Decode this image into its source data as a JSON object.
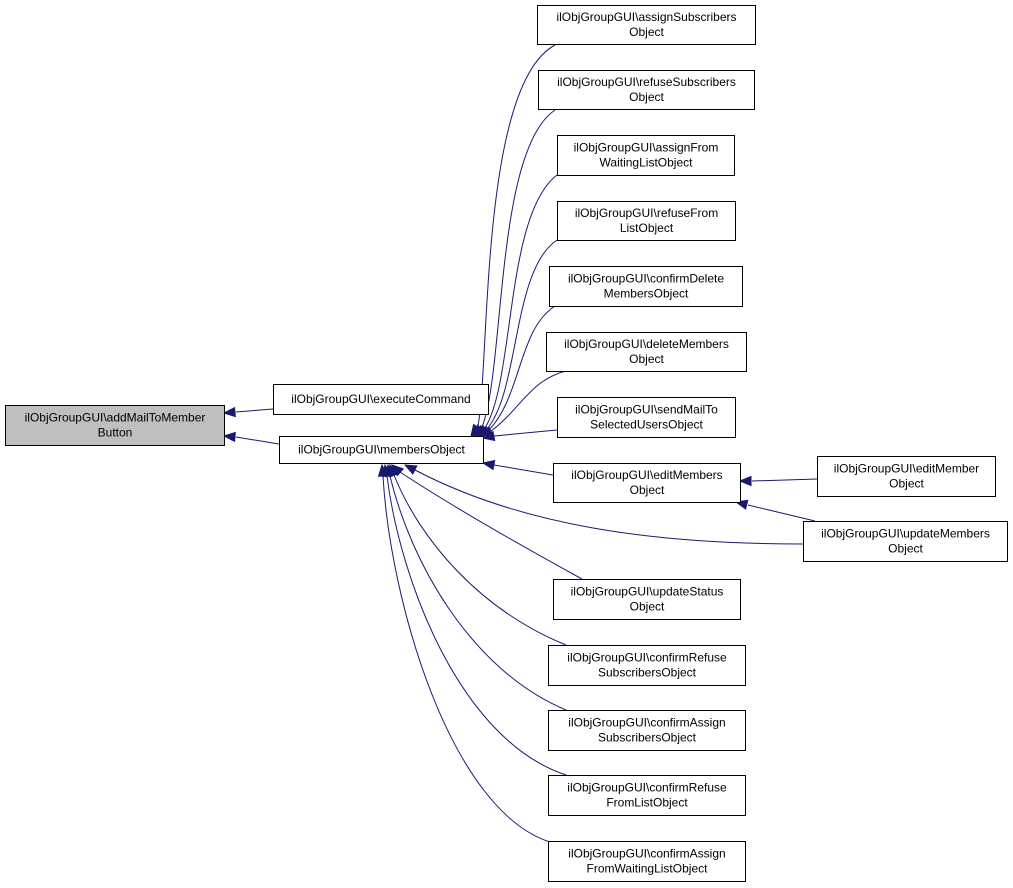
{
  "graph": {
    "colors": {
      "edge": "#191970",
      "node_border": "#000000",
      "node_fill": "#ffffff",
      "highlight_fill": "#bfbfbf"
    },
    "nodes": [
      {
        "id": "addMailToMemberButton",
        "lines": [
          "ilObjGroupGUI\\addMailToMember",
          "Button"
        ],
        "highlight": true
      },
      {
        "id": "executeCommand",
        "lines": [
          "ilObjGroupGUI\\executeCommand"
        ]
      },
      {
        "id": "membersObject",
        "lines": [
          "ilObjGroupGUI\\membersObject"
        ]
      },
      {
        "id": "assignSubscribersObject",
        "lines": [
          "ilObjGroupGUI\\assignSubscribers",
          "Object"
        ]
      },
      {
        "id": "refuseSubscribersObject",
        "lines": [
          "ilObjGroupGUI\\refuseSubscribers",
          "Object"
        ]
      },
      {
        "id": "assignFromWaitingListObject",
        "lines": [
          "ilObjGroupGUI\\assignFrom",
          "WaitingListObject"
        ]
      },
      {
        "id": "refuseFromListObject",
        "lines": [
          "ilObjGroupGUI\\refuseFrom",
          "ListObject"
        ]
      },
      {
        "id": "confirmDeleteMembersObject",
        "lines": [
          "ilObjGroupGUI\\confirmDelete",
          "MembersObject"
        ]
      },
      {
        "id": "deleteMembersObject",
        "lines": [
          "ilObjGroupGUI\\deleteMembers",
          "Object"
        ]
      },
      {
        "id": "sendMailToSelectedUsersObject",
        "lines": [
          "ilObjGroupGUI\\sendMailTo",
          "SelectedUsersObject"
        ]
      },
      {
        "id": "editMembersObject",
        "lines": [
          "ilObjGroupGUI\\editMembers",
          "Object"
        ]
      },
      {
        "id": "editMemberObject",
        "lines": [
          "ilObjGroupGUI\\editMember",
          "Object"
        ]
      },
      {
        "id": "updateMembersObject",
        "lines": [
          "ilObjGroupGUI\\updateMembers",
          "Object"
        ]
      },
      {
        "id": "updateStatusObject",
        "lines": [
          "ilObjGroupGUI\\updateStatus",
          "Object"
        ]
      },
      {
        "id": "confirmRefuseSubscribersObject",
        "lines": [
          "ilObjGroupGUI\\confirmRefuse",
          "SubscribersObject"
        ]
      },
      {
        "id": "confirmAssignSubscribersObject",
        "lines": [
          "ilObjGroupGUI\\confirmAssign",
          "SubscribersObject"
        ]
      },
      {
        "id": "confirmRefuseFromListObject",
        "lines": [
          "ilObjGroupGUI\\confirmRefuse",
          "FromListObject"
        ]
      },
      {
        "id": "confirmAssignFromWaitingListObject",
        "lines": [
          "ilObjGroupGUI\\confirmAssign",
          "FromWaitingListObject"
        ]
      }
    ],
    "edges": [
      {
        "from": "executeCommand",
        "to": "addMailToMemberButton"
      },
      {
        "from": "membersObject",
        "to": "addMailToMemberButton"
      },
      {
        "from": "assignSubscribersObject",
        "to": "membersObject"
      },
      {
        "from": "refuseSubscribersObject",
        "to": "membersObject"
      },
      {
        "from": "assignFromWaitingListObject",
        "to": "membersObject"
      },
      {
        "from": "refuseFromListObject",
        "to": "membersObject"
      },
      {
        "from": "confirmDeleteMembersObject",
        "to": "membersObject"
      },
      {
        "from": "deleteMembersObject",
        "to": "membersObject"
      },
      {
        "from": "sendMailToSelectedUsersObject",
        "to": "membersObject"
      },
      {
        "from": "editMembersObject",
        "to": "membersObject"
      },
      {
        "from": "updateMembersObject",
        "to": "membersObject"
      },
      {
        "from": "updateStatusObject",
        "to": "membersObject"
      },
      {
        "from": "confirmRefuseSubscribersObject",
        "to": "membersObject"
      },
      {
        "from": "confirmAssignSubscribersObject",
        "to": "membersObject"
      },
      {
        "from": "confirmRefuseFromListObject",
        "to": "membersObject"
      },
      {
        "from": "confirmAssignFromWaitingListObject",
        "to": "membersObject"
      },
      {
        "from": "editMemberObject",
        "to": "editMembersObject"
      },
      {
        "from": "updateMembersObject",
        "to": "editMembersObject"
      }
    ]
  }
}
